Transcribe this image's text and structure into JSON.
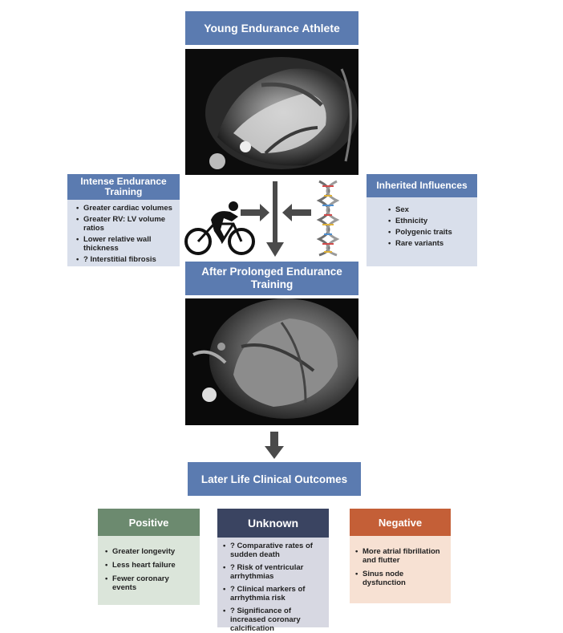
{
  "top": {
    "title": "Young Endurance Athlete"
  },
  "training": {
    "title": "Intense Endurance Training",
    "items": [
      "Greater cardiac volumes",
      "Greater RV: LV volume ratios",
      "Lower relative wall thickness",
      "? Interstitial fibrosis"
    ]
  },
  "inherited": {
    "title": "Inherited Influences",
    "items": [
      "Sex",
      "Ethnicity",
      "Polygenic traits",
      "Rare variants"
    ]
  },
  "after": {
    "title": "After Prolonged Endurance Training"
  },
  "outcomes": {
    "title": "Later Life Clinical Outcomes"
  },
  "positive": {
    "title": "Positive",
    "color": "#6c8a6f",
    "items": [
      "Greater longevity",
      "Less heart failure",
      "Fewer coronary events"
    ]
  },
  "unknown": {
    "title": "Unknown",
    "color": "#3a4461",
    "items": [
      "? Comparative rates of sudden death",
      "? Risk of ventricular arrhythmias",
      "? Clinical markers of arrhythmia risk",
      "? Significance of increased coronary calcification"
    ]
  },
  "negative": {
    "title": "Negative",
    "color": "#c45f37",
    "items": [
      "More atrial fibrillation and flutter",
      "Sinus node dysfunction"
    ]
  },
  "icons": [
    "cyclist-icon",
    "dna-icon",
    "arrow-icon"
  ]
}
